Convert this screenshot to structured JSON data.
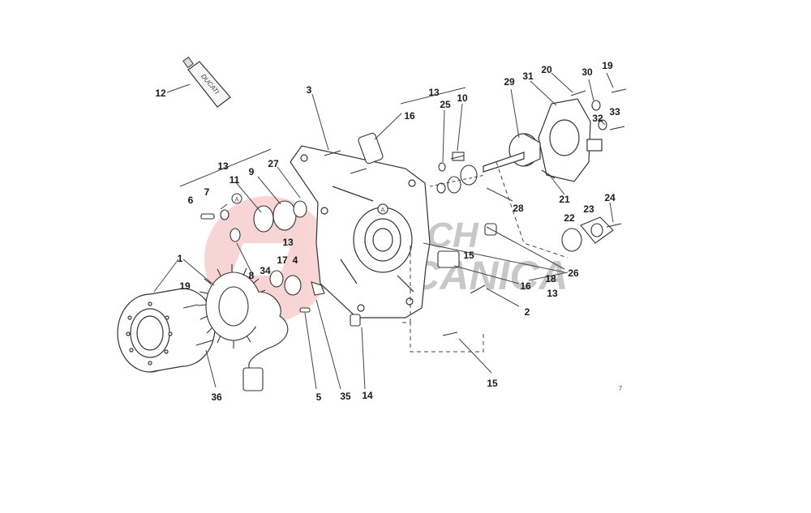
{
  "diagram": {
    "type": "exploded-parts-view",
    "page_number": "7",
    "watermark": {
      "line1": "TECH",
      "line2": "MECCANICA"
    },
    "tube_brand": "DUCATI",
    "callout_A": "A",
    "labels": {
      "l1": "1",
      "l2": "2",
      "l3": "3",
      "l4": "4",
      "l5": "5",
      "l6": "6",
      "l7": "7",
      "l8": "8",
      "l9": "9",
      "l10": "10",
      "l11": "11",
      "l12": "12",
      "l13a": "13",
      "l13b": "13",
      "l13c": "13",
      "l13d": "13",
      "l14": "14",
      "l15a": "15",
      "l15b": "15",
      "l16a": "16",
      "l16b": "16",
      "l17": "17",
      "l18": "18",
      "l19a": "19",
      "l19b": "19",
      "l20": "20",
      "l21": "21",
      "l22": "22",
      "l23": "23",
      "l24": "24",
      "l25": "25",
      "l26": "26",
      "l27": "27",
      "l28": "28",
      "l29": "29",
      "l30": "30",
      "l31": "31",
      "l32": "32",
      "l33": "33",
      "l34": "34",
      "l35": "35",
      "l36": "36"
    }
  }
}
